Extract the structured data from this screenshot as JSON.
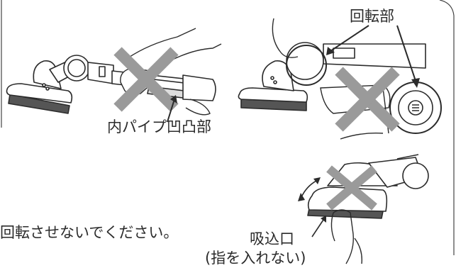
{
  "labels": {
    "inner_pipe": "内パイプ凹凸部",
    "rotating_part": "回転部",
    "instruction": "回転させないでください。",
    "suction_inlet": "吸込口",
    "no_fingers": "(指を入れない)"
  },
  "colors": {
    "line": "#2b2b2b",
    "cross": "#9a9a9a",
    "panel_border": "#444444"
  }
}
